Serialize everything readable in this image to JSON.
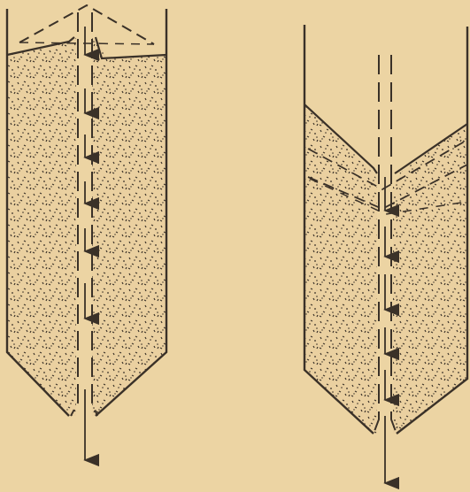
{
  "figure": {
    "background": "#ecd4a3",
    "ink": "#3a3128",
    "panels": [
      {
        "name": "left-silo",
        "flow_arrows": 7
      },
      {
        "name": "right-silo",
        "flow_arrows": 6
      }
    ]
  }
}
